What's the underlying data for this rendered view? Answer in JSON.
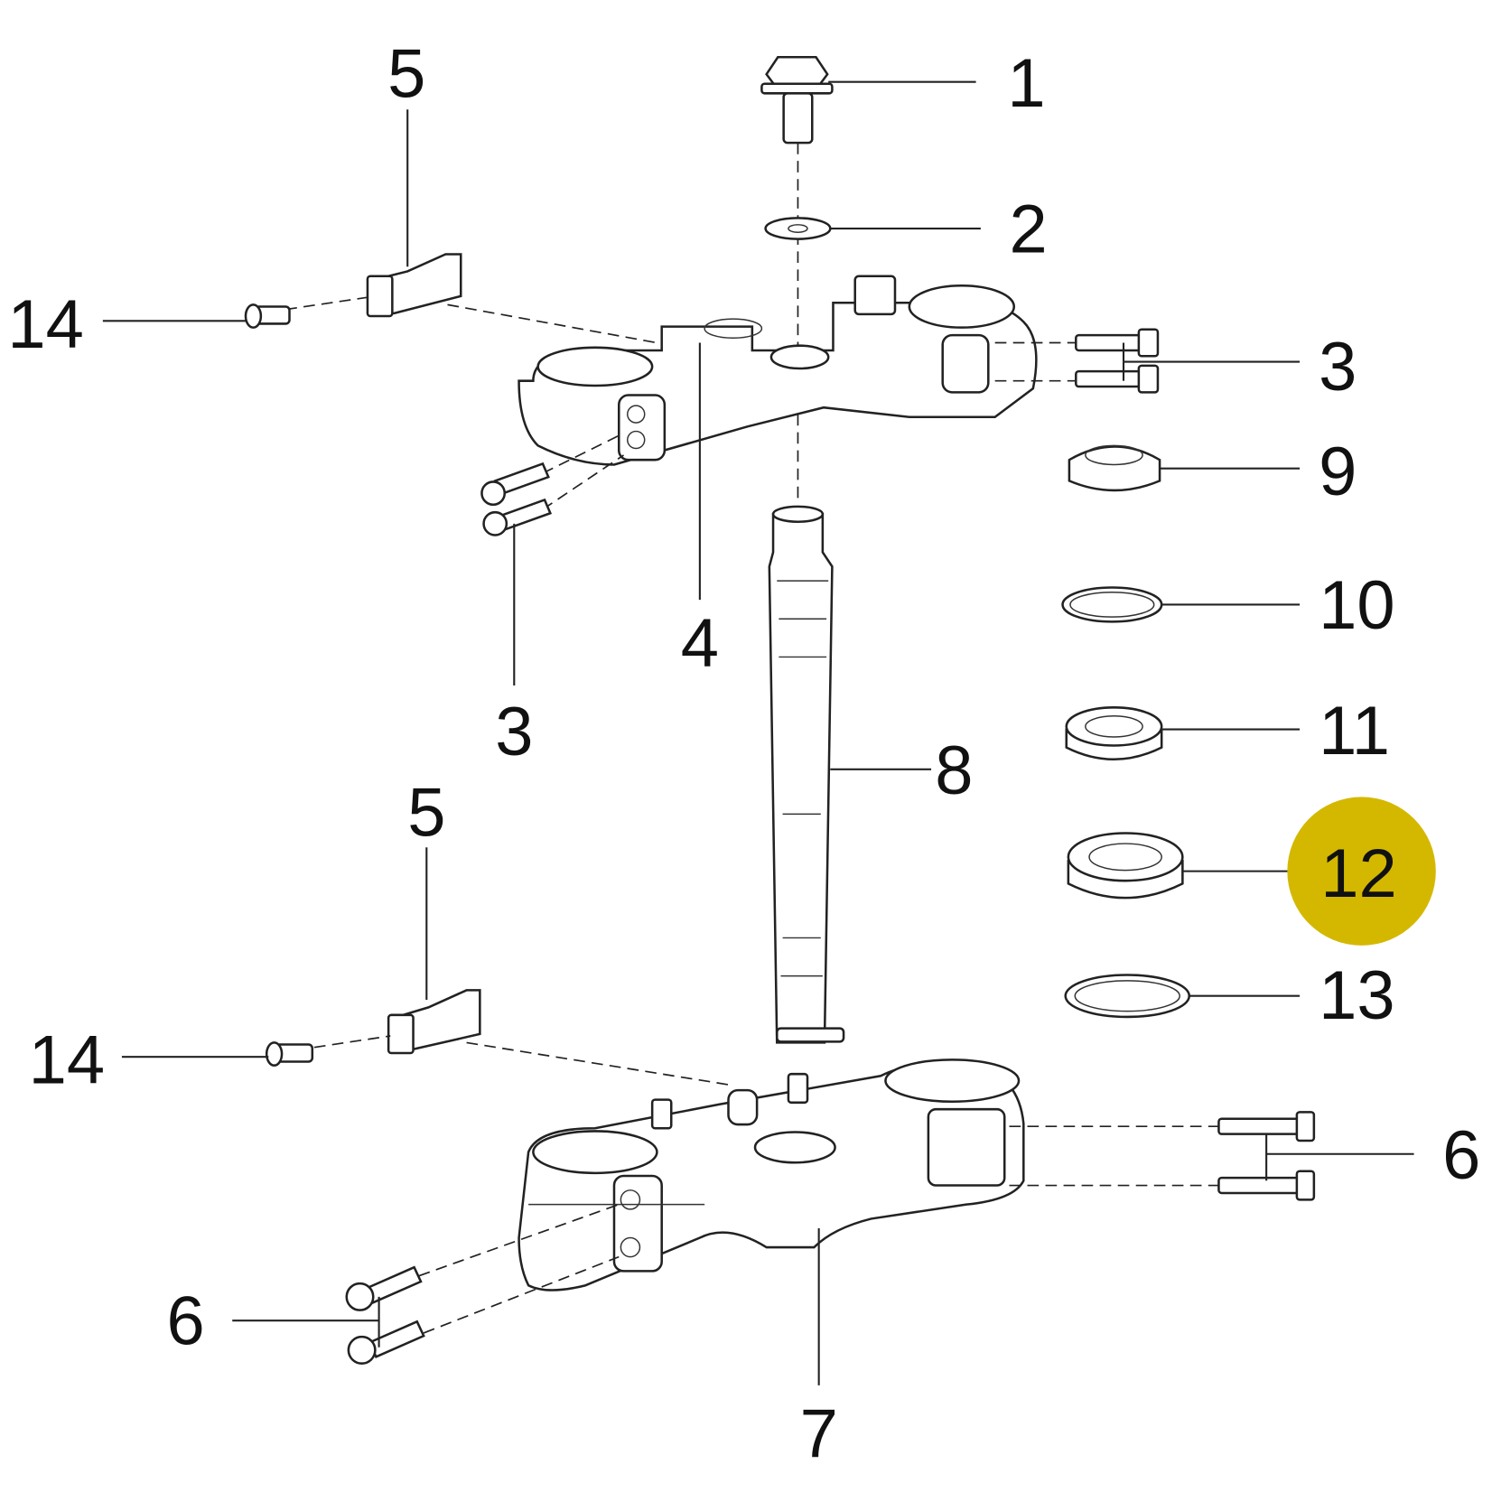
{
  "highlight_color": "#d4b800",
  "ink_color": "#222222",
  "callouts": {
    "c1": "1",
    "c2": "2",
    "c3a": "3",
    "c3b": "3",
    "c4": "4",
    "c5a": "5",
    "c5b": "5",
    "c6a": "6",
    "c6b": "6",
    "c7": "7",
    "c8": "8",
    "c9": "9",
    "c10": "10",
    "c11": "11",
    "c12": "12",
    "c13": "13",
    "c14a": "14",
    "c14b": "14"
  },
  "highlighted_part": "12"
}
